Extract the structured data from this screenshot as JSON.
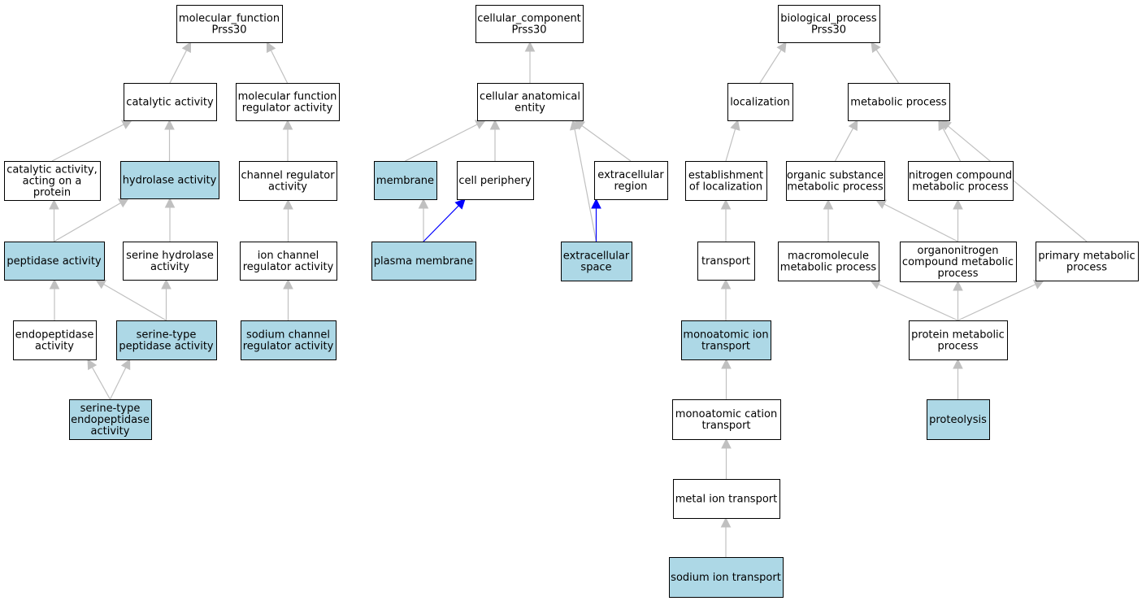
{
  "colors": {
    "highlight_fill": "#add8e6",
    "plain_fill": "#ffffff",
    "border": "#000000",
    "edge_gray": "#c0c0c0",
    "edge_blue": "#0000ff"
  },
  "nodes": [
    {
      "id": "mf",
      "lines": [
        "molecular_function",
        "Prss30"
      ],
      "highlight": false
    },
    {
      "id": "cat",
      "lines": [
        "catalytic activity"
      ],
      "highlight": false
    },
    {
      "id": "mfreg",
      "lines": [
        "molecular function",
        "regulator activity"
      ],
      "highlight": false
    },
    {
      "id": "catprot",
      "lines": [
        "catalytic activity,",
        "acting on a",
        "protein"
      ],
      "highlight": false
    },
    {
      "id": "hydro",
      "lines": [
        "hydrolase activity"
      ],
      "highlight": true
    },
    {
      "id": "chanreg",
      "lines": [
        "channel regulator",
        "activity"
      ],
      "highlight": false
    },
    {
      "id": "pept",
      "lines": [
        "peptidase activity"
      ],
      "highlight": true
    },
    {
      "id": "serhydro",
      "lines": [
        "serine hydrolase",
        "activity"
      ],
      "highlight": false
    },
    {
      "id": "ionchanreg",
      "lines": [
        "ion channel",
        "regulator activity"
      ],
      "highlight": false
    },
    {
      "id": "endopept",
      "lines": [
        "endopeptidase",
        "activity"
      ],
      "highlight": false
    },
    {
      "id": "serpept",
      "lines": [
        "serine-type",
        "peptidase activity"
      ],
      "highlight": true
    },
    {
      "id": "sodchanreg",
      "lines": [
        "sodium channel",
        "regulator activity"
      ],
      "highlight": true
    },
    {
      "id": "serendo",
      "lines": [
        "serine-type",
        "endopeptidase",
        "activity"
      ],
      "highlight": true
    },
    {
      "id": "cc",
      "lines": [
        "cellular_component",
        "Prss30"
      ],
      "highlight": false
    },
    {
      "id": "cae",
      "lines": [
        "cellular anatomical",
        "entity"
      ],
      "highlight": false
    },
    {
      "id": "membrane",
      "lines": [
        "membrane"
      ],
      "highlight": true
    },
    {
      "id": "cellper",
      "lines": [
        "cell periphery"
      ],
      "highlight": false
    },
    {
      "id": "extreg",
      "lines": [
        "extracellular",
        "region"
      ],
      "highlight": false
    },
    {
      "id": "plasmem",
      "lines": [
        "plasma membrane"
      ],
      "highlight": true
    },
    {
      "id": "extspace",
      "lines": [
        "extracellular",
        "space"
      ],
      "highlight": true
    },
    {
      "id": "bp",
      "lines": [
        "biological_process",
        "Prss30"
      ],
      "highlight": false
    },
    {
      "id": "local",
      "lines": [
        "localization"
      ],
      "highlight": false
    },
    {
      "id": "metab",
      "lines": [
        "metabolic process"
      ],
      "highlight": false
    },
    {
      "id": "estlocal",
      "lines": [
        "establishment",
        "of localization"
      ],
      "highlight": false
    },
    {
      "id": "orgsub",
      "lines": [
        "organic substance",
        "metabolic process"
      ],
      "highlight": false
    },
    {
      "id": "nitro",
      "lines": [
        "nitrogen compound",
        "metabolic process"
      ],
      "highlight": false
    },
    {
      "id": "transport",
      "lines": [
        "transport"
      ],
      "highlight": false
    },
    {
      "id": "macro",
      "lines": [
        "macromolecule",
        "metabolic process"
      ],
      "highlight": false
    },
    {
      "id": "organonitro",
      "lines": [
        "organonitrogen",
        "compound metabolic",
        "process"
      ],
      "highlight": false
    },
    {
      "id": "primary",
      "lines": [
        "primary metabolic",
        "process"
      ],
      "highlight": false
    },
    {
      "id": "monoion",
      "lines": [
        "monoatomic ion",
        "transport"
      ],
      "highlight": true
    },
    {
      "id": "protmetab",
      "lines": [
        "protein metabolic",
        "process"
      ],
      "highlight": false
    },
    {
      "id": "monocation",
      "lines": [
        "monoatomic cation",
        "transport"
      ],
      "highlight": false
    },
    {
      "id": "proteolysis",
      "lines": [
        "proteolysis"
      ],
      "highlight": true
    },
    {
      "id": "metalion",
      "lines": [
        "metal ion transport"
      ],
      "highlight": false
    },
    {
      "id": "sodion",
      "lines": [
        "sodium ion transport"
      ],
      "highlight": true
    }
  ],
  "edges": [
    {
      "from": "cat",
      "to": "mf",
      "color": "gray"
    },
    {
      "from": "mfreg",
      "to": "mf",
      "color": "gray"
    },
    {
      "from": "catprot",
      "to": "cat",
      "color": "gray"
    },
    {
      "from": "hydro",
      "to": "cat",
      "color": "gray"
    },
    {
      "from": "chanreg",
      "to": "mfreg",
      "color": "gray"
    },
    {
      "from": "pept",
      "to": "catprot",
      "color": "gray"
    },
    {
      "from": "pept",
      "to": "hydro",
      "color": "gray"
    },
    {
      "from": "serhydro",
      "to": "hydro",
      "color": "gray"
    },
    {
      "from": "ionchanreg",
      "to": "chanreg",
      "color": "gray"
    },
    {
      "from": "endopept",
      "to": "pept",
      "color": "gray"
    },
    {
      "from": "serpept",
      "to": "pept",
      "color": "gray"
    },
    {
      "from": "serpept",
      "to": "serhydro",
      "color": "gray"
    },
    {
      "from": "sodchanreg",
      "to": "ionchanreg",
      "color": "gray"
    },
    {
      "from": "serendo",
      "to": "endopept",
      "color": "gray"
    },
    {
      "from": "serendo",
      "to": "serpept",
      "color": "gray"
    },
    {
      "from": "cae",
      "to": "cc",
      "color": "gray"
    },
    {
      "from": "membrane",
      "to": "cae",
      "color": "gray"
    },
    {
      "from": "cellper",
      "to": "cae",
      "color": "gray"
    },
    {
      "from": "extreg",
      "to": "cae",
      "color": "gray"
    },
    {
      "from": "extspace",
      "to": "cae",
      "color": "gray"
    },
    {
      "from": "plasmem",
      "to": "membrane",
      "color": "gray"
    },
    {
      "from": "plasmem",
      "to": "cellper",
      "color": "blue"
    },
    {
      "from": "extspace",
      "to": "extreg",
      "color": "blue"
    },
    {
      "from": "local",
      "to": "bp",
      "color": "gray"
    },
    {
      "from": "metab",
      "to": "bp",
      "color": "gray"
    },
    {
      "from": "estlocal",
      "to": "local",
      "color": "gray"
    },
    {
      "from": "orgsub",
      "to": "metab",
      "color": "gray"
    },
    {
      "from": "nitro",
      "to": "metab",
      "color": "gray"
    },
    {
      "from": "primary",
      "to": "metab",
      "color": "gray"
    },
    {
      "from": "transport",
      "to": "estlocal",
      "color": "gray"
    },
    {
      "from": "macro",
      "to": "orgsub",
      "color": "gray"
    },
    {
      "from": "organonitro",
      "to": "orgsub",
      "color": "gray"
    },
    {
      "from": "organonitro",
      "to": "nitro",
      "color": "gray"
    },
    {
      "from": "monoion",
      "to": "transport",
      "color": "gray"
    },
    {
      "from": "protmetab",
      "to": "macro",
      "color": "gray"
    },
    {
      "from": "protmetab",
      "to": "organonitro",
      "color": "gray"
    },
    {
      "from": "protmetab",
      "to": "primary",
      "color": "gray"
    },
    {
      "from": "monocation",
      "to": "monoion",
      "color": "gray"
    },
    {
      "from": "proteolysis",
      "to": "protmetab",
      "color": "gray"
    },
    {
      "from": "metalion",
      "to": "monocation",
      "color": "gray"
    },
    {
      "from": "sodion",
      "to": "metalion",
      "color": "gray"
    }
  ]
}
